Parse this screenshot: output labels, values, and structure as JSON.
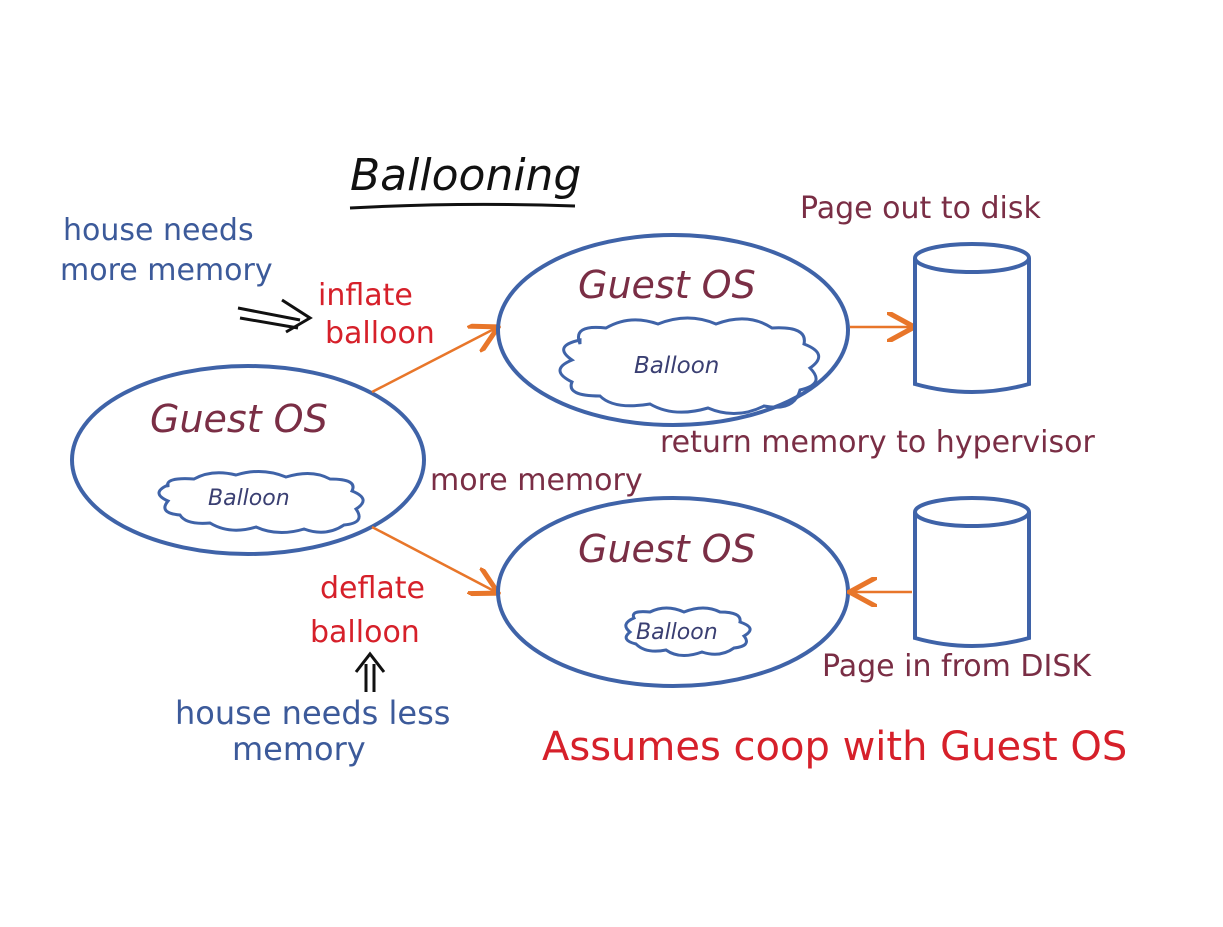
{
  "title": "Ballooning",
  "left_vm": {
    "os_label": "Guest OS",
    "balloon_label": "Balloon"
  },
  "top_vm": {
    "os_label": "Guest OS",
    "balloon_label": "Balloon"
  },
  "bottom_vm": {
    "os_label": "Guest OS",
    "balloon_label": "Balloon"
  },
  "notes": {
    "house_needs_more_line1": "house needs",
    "house_needs_more_line2": "more memory",
    "inflate_line1": "inflate",
    "inflate_line2": "balloon",
    "deflate_line1": "deflate",
    "deflate_line2": "balloon",
    "house_needs_less_line1": "house needs less",
    "house_needs_less_line2": "memory",
    "more_memory": "more memory",
    "return_memory": "return memory to hypervisor",
    "page_out": "Page out to disk",
    "page_in": "Page in from DISK",
    "assumes": "Assumes coop with Guest OS"
  },
  "colors": {
    "ellipse_stroke": "#3f63a8",
    "arrow": "#e8762a",
    "maroon_text": "#7a2e45",
    "blue_text": "#3c5a9a",
    "red_text": "#d6202a",
    "navy_text": "#3a3f72"
  }
}
